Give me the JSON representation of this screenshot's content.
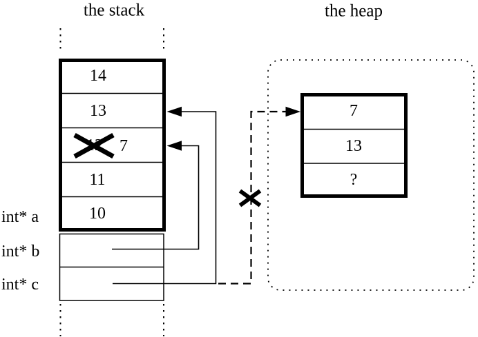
{
  "titles": {
    "stack": "the stack",
    "heap": "the heap"
  },
  "stack": {
    "cells": [
      "14",
      "13",
      "12",
      "11",
      "10"
    ],
    "overwritten": {
      "index": 2,
      "old_value": "12",
      "new_value": "7"
    },
    "pointer_labels": [
      "int* a",
      "int* b",
      "int* c"
    ]
  },
  "heap": {
    "cells": [
      "7",
      "13",
      "?"
    ]
  },
  "colors": {
    "line": "#000000",
    "background": "#ffffff"
  }
}
